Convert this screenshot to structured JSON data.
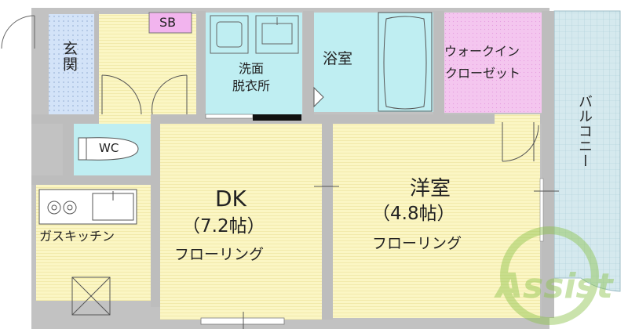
{
  "rooms": {
    "entrance": "玄関",
    "sb": "SB",
    "washroom_line1": "洗面",
    "washroom_line2": "脱衣所",
    "bath": "浴室",
    "walkin_line1": "ウォークイン",
    "walkin_line2": "クローゼット",
    "balcony": "バルコニー",
    "wc": "WC",
    "dk_name": "DK",
    "dk_size": "（7.2帖）",
    "dk_floor": "フローリング",
    "western_name": "洋室",
    "western_size": "（4.8帖）",
    "western_floor": "フローリング",
    "gas_kitchen": "ガスキッチン"
  },
  "watermark": {
    "text": "Assist"
  },
  "colors": {
    "floor": "#fbf6c4",
    "wet": "#bfeef2",
    "closet": "#f5c3ef",
    "sb": "#f2b4ee",
    "entrance": "#cfe0f7",
    "balcony": "#d5e5ec",
    "wall": "#bdbdbd",
    "watermark": "#8bc34a"
  }
}
